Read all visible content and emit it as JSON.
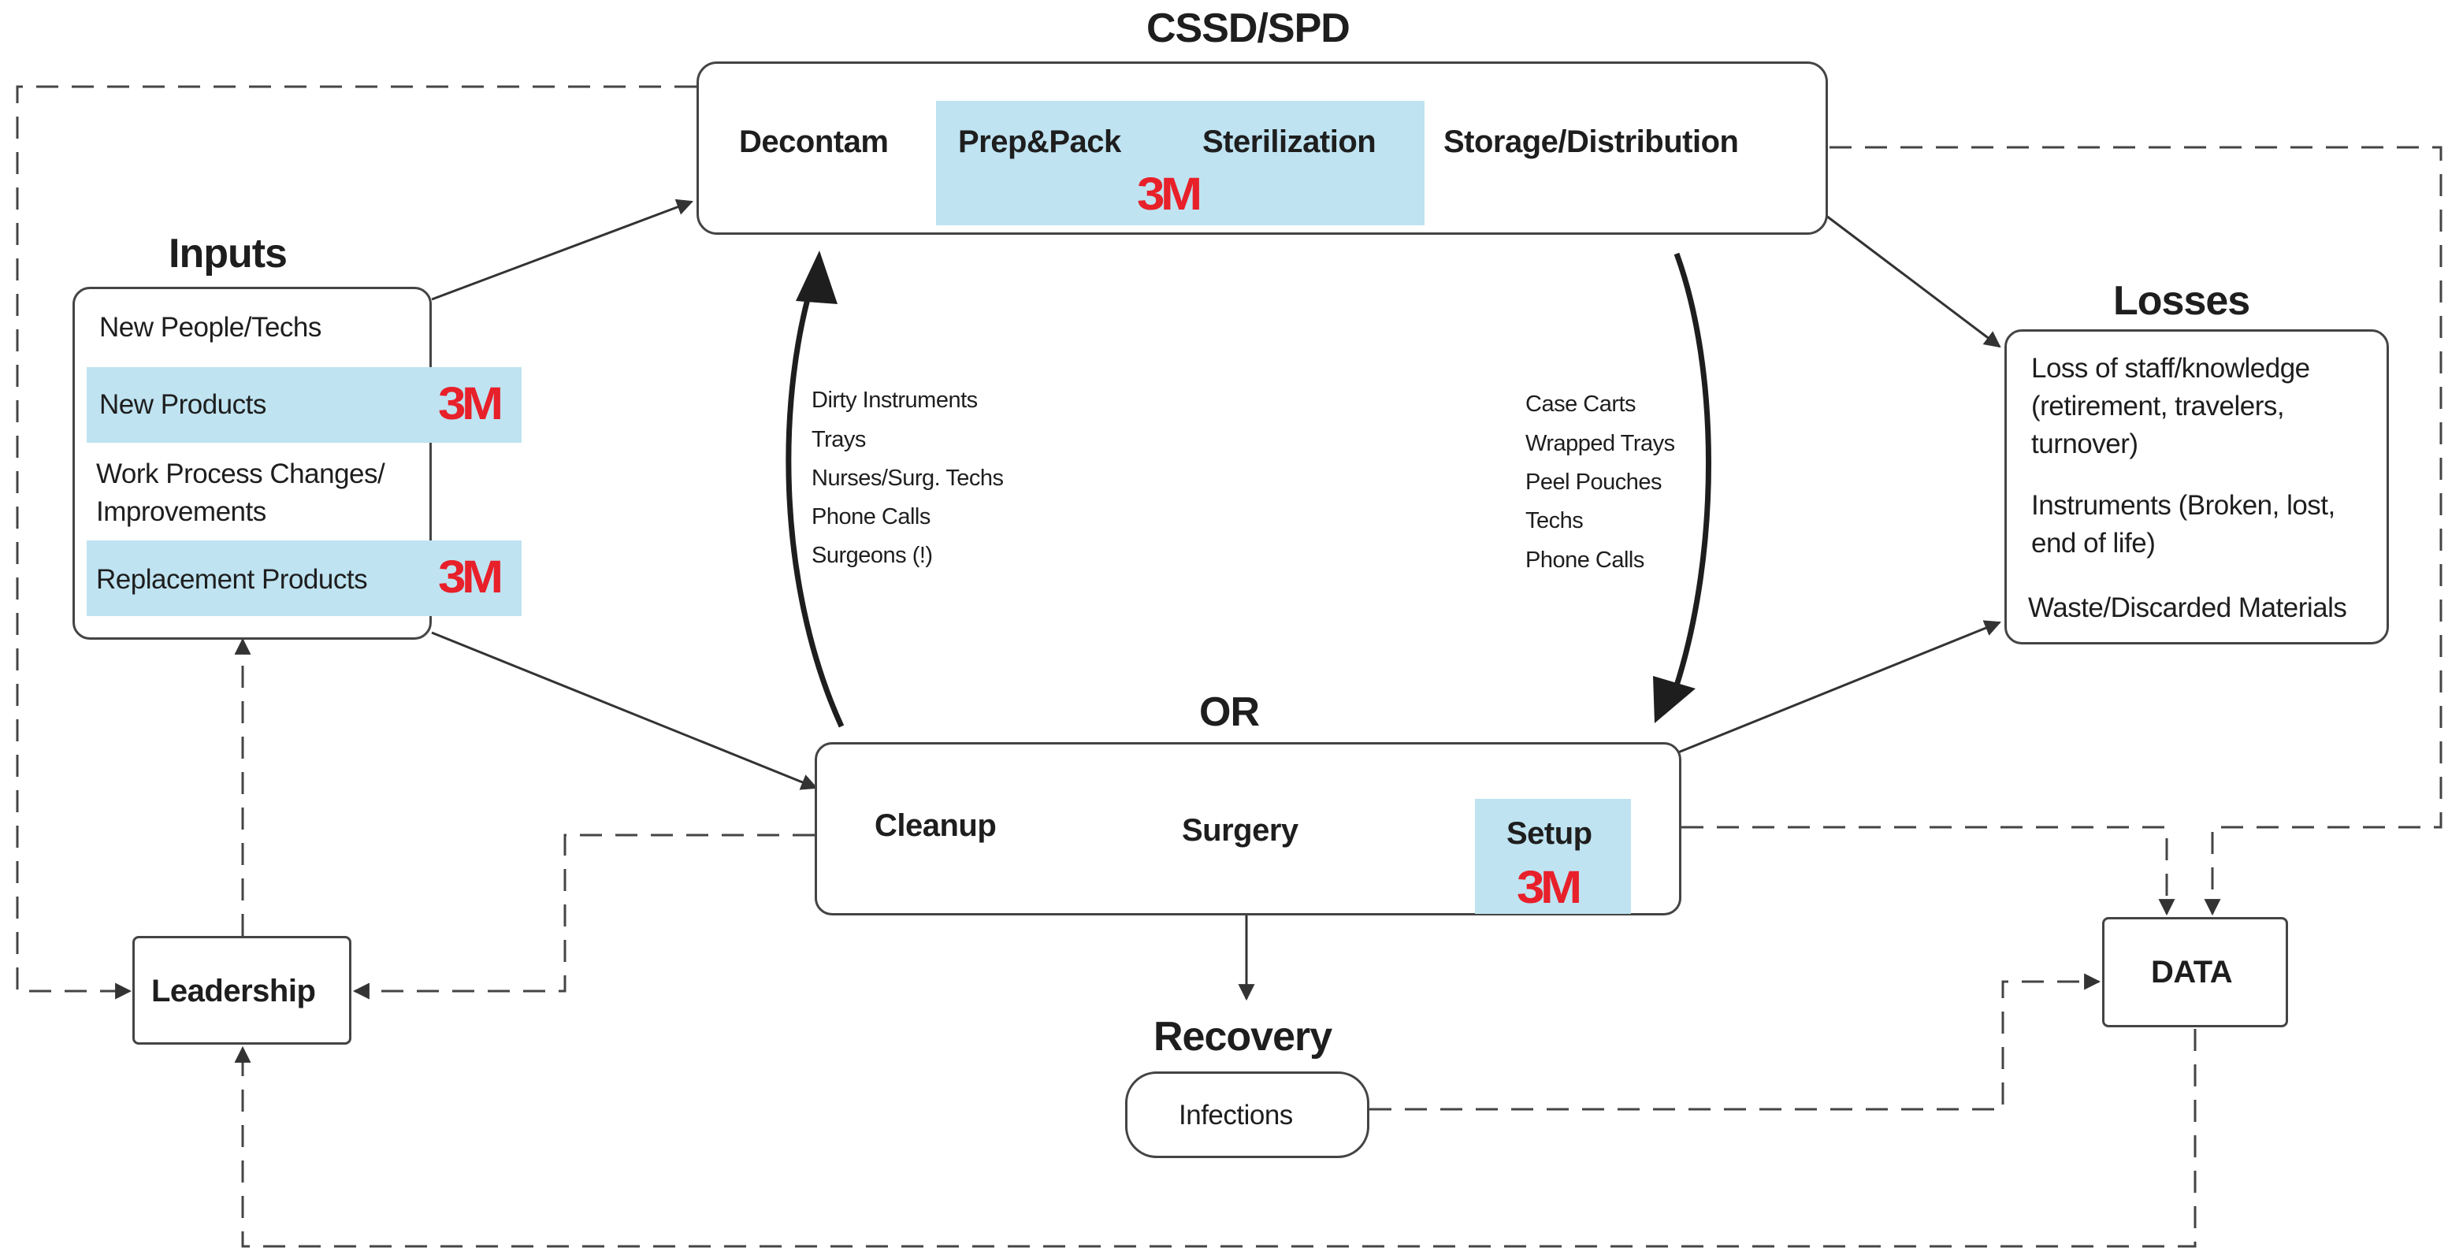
{
  "brand": {
    "text": "3M",
    "color": "#e8202a"
  },
  "highlight_color": "#bfe3f1",
  "cssd": {
    "title": "CSSD/SPD",
    "decontam": "Decontam",
    "prep_pack": "Prep&Pack",
    "sterilization": "Sterilization",
    "storage": "Storage/Distribution"
  },
  "inputs": {
    "title": "Inputs",
    "items": [
      "New People/Techs",
      "New Products",
      "Work Process Changes/ Improvements",
      "Replacement Products"
    ]
  },
  "or": {
    "title": "OR",
    "cleanup": "Cleanup",
    "surgery": "Surgery",
    "setup": "Setup"
  },
  "losses": {
    "title": "Losses",
    "items": [
      "Loss of staff/knowledge (retirement, travelers, turnover)",
      "Instruments (Broken, lost, end of life)",
      "Waste/Discarded Materials"
    ]
  },
  "recovery": {
    "title": "Recovery",
    "item": "Infections"
  },
  "leadership": "Leadership",
  "data_box": "DATA",
  "to_cssd": [
    "Dirty Instruments",
    "Trays",
    "Nurses/Surg. Techs",
    "Phone Calls",
    "Surgeons (!)"
  ],
  "to_or": [
    "Case Carts",
    "Wrapped Trays",
    "Peel Pouches",
    "Techs",
    "Phone Calls"
  ]
}
